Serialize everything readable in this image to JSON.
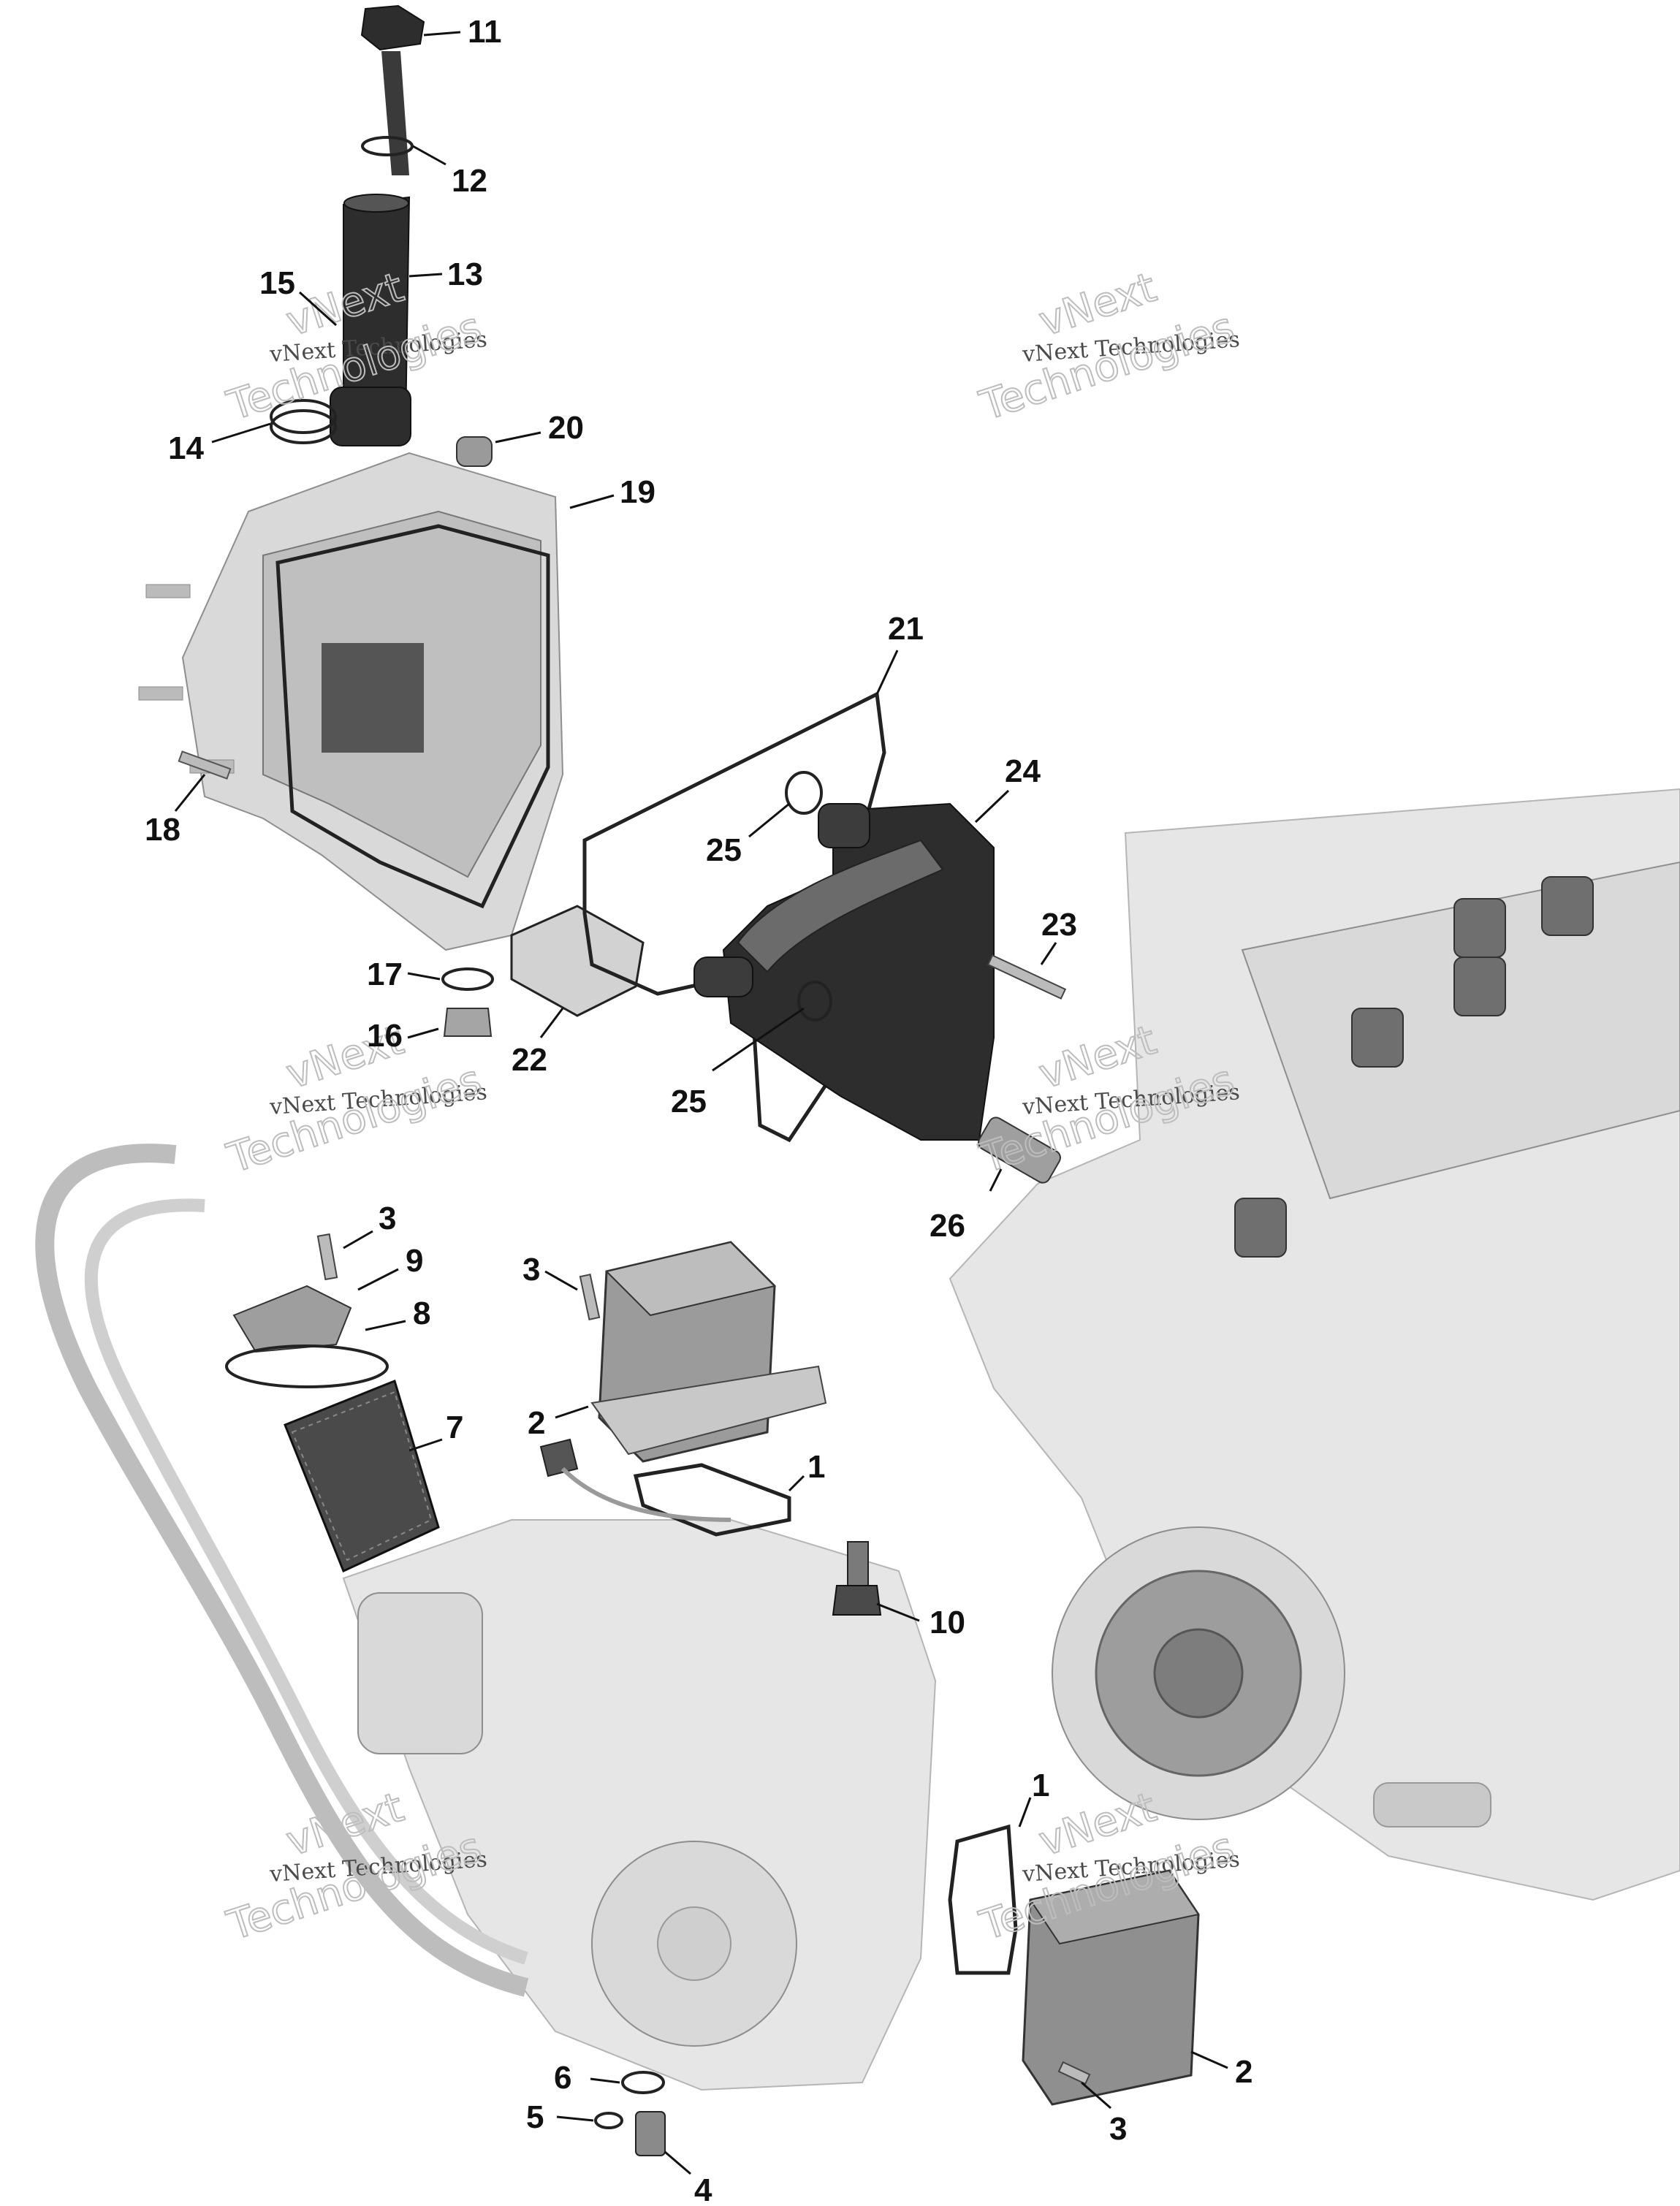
{
  "watermark": {
    "line1": "vNext",
    "line2": "vNext Technologies",
    "line3": "Technologies"
  },
  "callouts": [
    {
      "id": "c11",
      "text": "11"
    },
    {
      "id": "c12",
      "text": "12"
    },
    {
      "id": "c13",
      "text": "13"
    },
    {
      "id": "c15",
      "text": "15"
    },
    {
      "id": "c14",
      "text": "14"
    },
    {
      "id": "c20",
      "text": "20"
    },
    {
      "id": "c19",
      "text": "19"
    },
    {
      "id": "c21",
      "text": "21"
    },
    {
      "id": "c24",
      "text": "24"
    },
    {
      "id": "c25a",
      "text": "25"
    },
    {
      "id": "c18",
      "text": "18"
    },
    {
      "id": "c23",
      "text": "23"
    },
    {
      "id": "c17",
      "text": "17"
    },
    {
      "id": "c16",
      "text": "16"
    },
    {
      "id": "c22",
      "text": "22"
    },
    {
      "id": "c25b",
      "text": "25"
    },
    {
      "id": "c26",
      "text": "26"
    },
    {
      "id": "c3a",
      "text": "3"
    },
    {
      "id": "c9",
      "text": "9"
    },
    {
      "id": "c8",
      "text": "8"
    },
    {
      "id": "c3b",
      "text": "3"
    },
    {
      "id": "c7",
      "text": "7"
    },
    {
      "id": "c2a",
      "text": "2"
    },
    {
      "id": "c1a",
      "text": "1"
    },
    {
      "id": "c10",
      "text": "10"
    },
    {
      "id": "c1b",
      "text": "1"
    },
    {
      "id": "c6",
      "text": "6"
    },
    {
      "id": "c5",
      "text": "5"
    },
    {
      "id": "c2b",
      "text": "2"
    },
    {
      "id": "c3c",
      "text": "3"
    },
    {
      "id": "c4",
      "text": "4"
    }
  ]
}
